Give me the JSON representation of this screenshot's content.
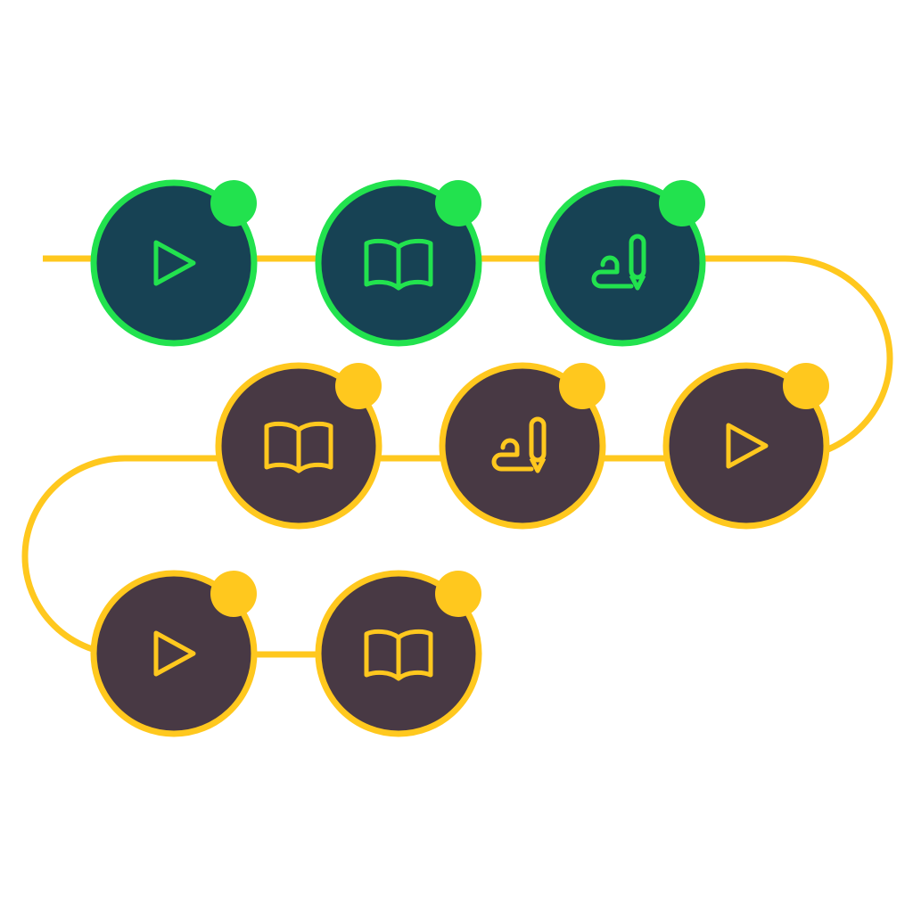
{
  "colors": {
    "background": "#ffffff",
    "path": "#FFC81E",
    "completed_stroke": "#22E24E",
    "completed_fill": "#174254",
    "locked_stroke": "#FFC81E",
    "locked_fill": "#483944"
  },
  "nodes": [
    {
      "icon": "play-icon",
      "status": "completed"
    },
    {
      "icon": "book-icon",
      "status": "completed"
    },
    {
      "icon": "quill-scroll-icon",
      "status": "completed"
    },
    {
      "icon": "play-icon",
      "status": "locked"
    },
    {
      "icon": "quill-scroll-icon",
      "status": "locked"
    },
    {
      "icon": "book-icon",
      "status": "locked"
    },
    {
      "icon": "play-icon",
      "status": "locked"
    },
    {
      "icon": "book-icon",
      "status": "locked"
    }
  ]
}
